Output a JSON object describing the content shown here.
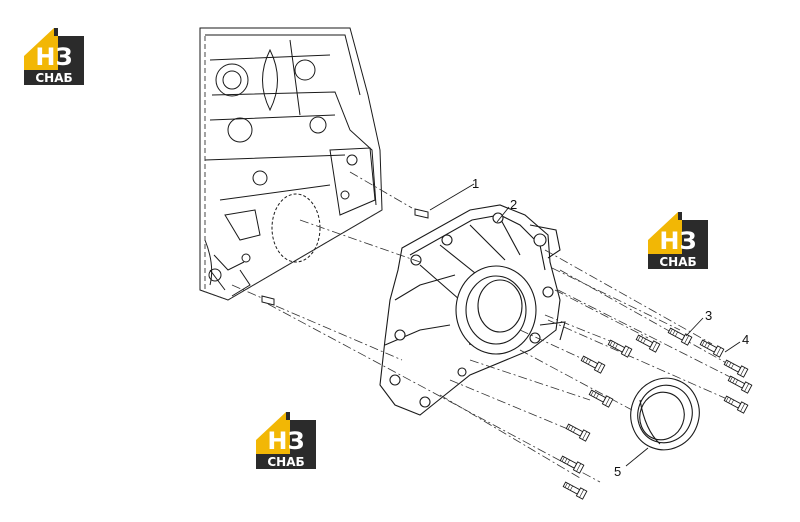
{
  "brand": {
    "mark": "НЗ",
    "wordmark": "СНАБ",
    "colors": {
      "yellow": "#f2b705",
      "dark": "#2b2b2b",
      "white": "#ffffff"
    }
  },
  "callouts": [
    {
      "id": "1",
      "label": "1"
    },
    {
      "id": "2",
      "label": "2"
    },
    {
      "id": "3",
      "label": "3"
    },
    {
      "id": "4",
      "label": "4"
    },
    {
      "id": "5",
      "label": "5"
    }
  ],
  "colors": {
    "line": "#1a1a1a",
    "dash": "#333333"
  }
}
